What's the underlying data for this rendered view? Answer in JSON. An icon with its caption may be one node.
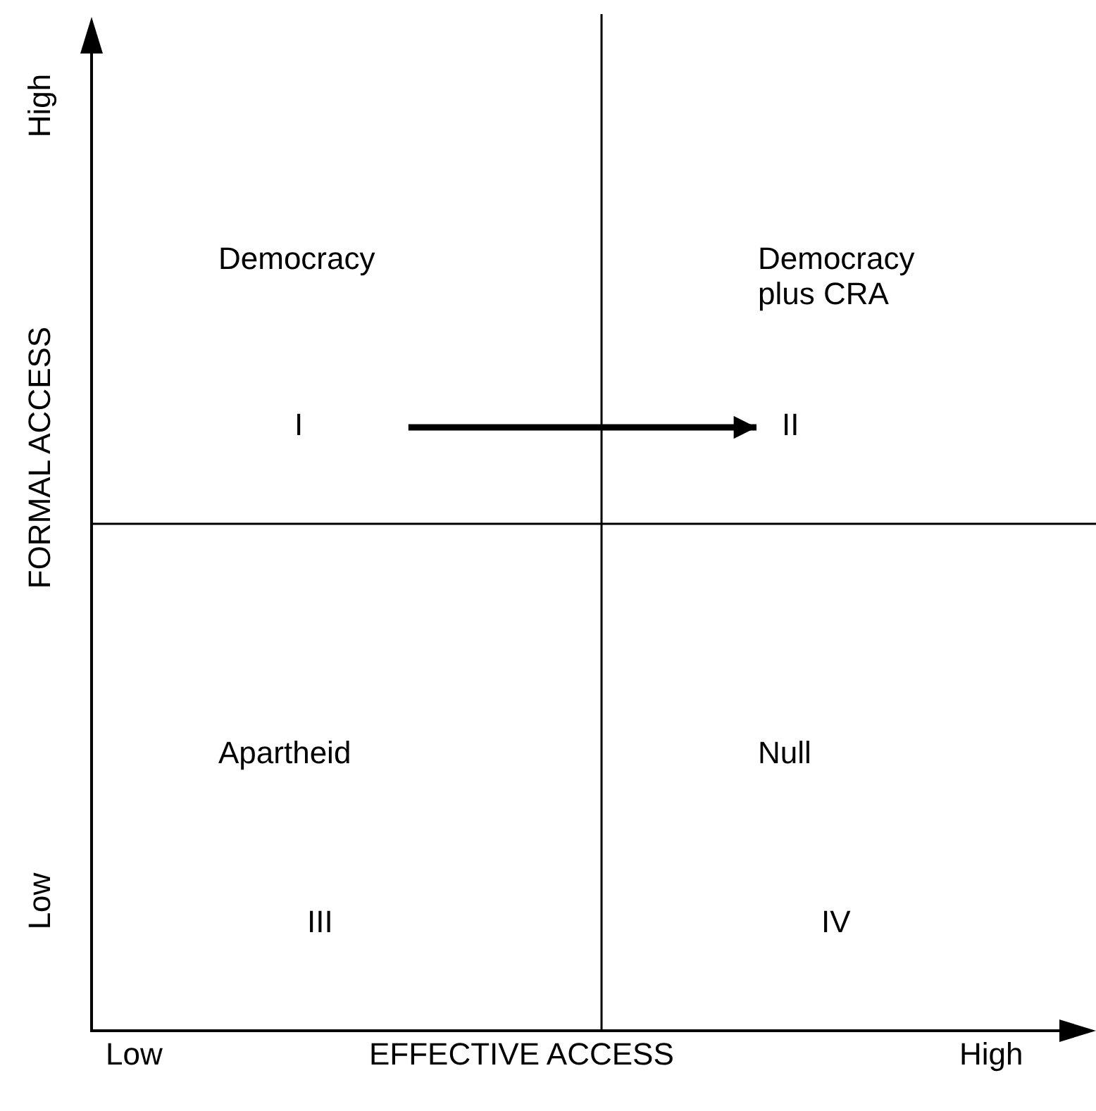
{
  "diagram": {
    "nodes": [
      {
        "text": [
          "I"
        ]
      },
      {
        "text": [
          "II"
        ]
      }
    ],
    "edges": [
      {
        "from": 0,
        "to": 1,
        "arrow": "to"
      }
    ],
    "labels": [
      "High",
      "Democracy",
      "Democracy plus CRA",
      "FORMAL ACCESS",
      "Apartheid",
      "Null",
      "Low",
      "III",
      "IV",
      "Low",
      "EFFECTIVE ACCESS",
      "High"
    ]
  }
}
